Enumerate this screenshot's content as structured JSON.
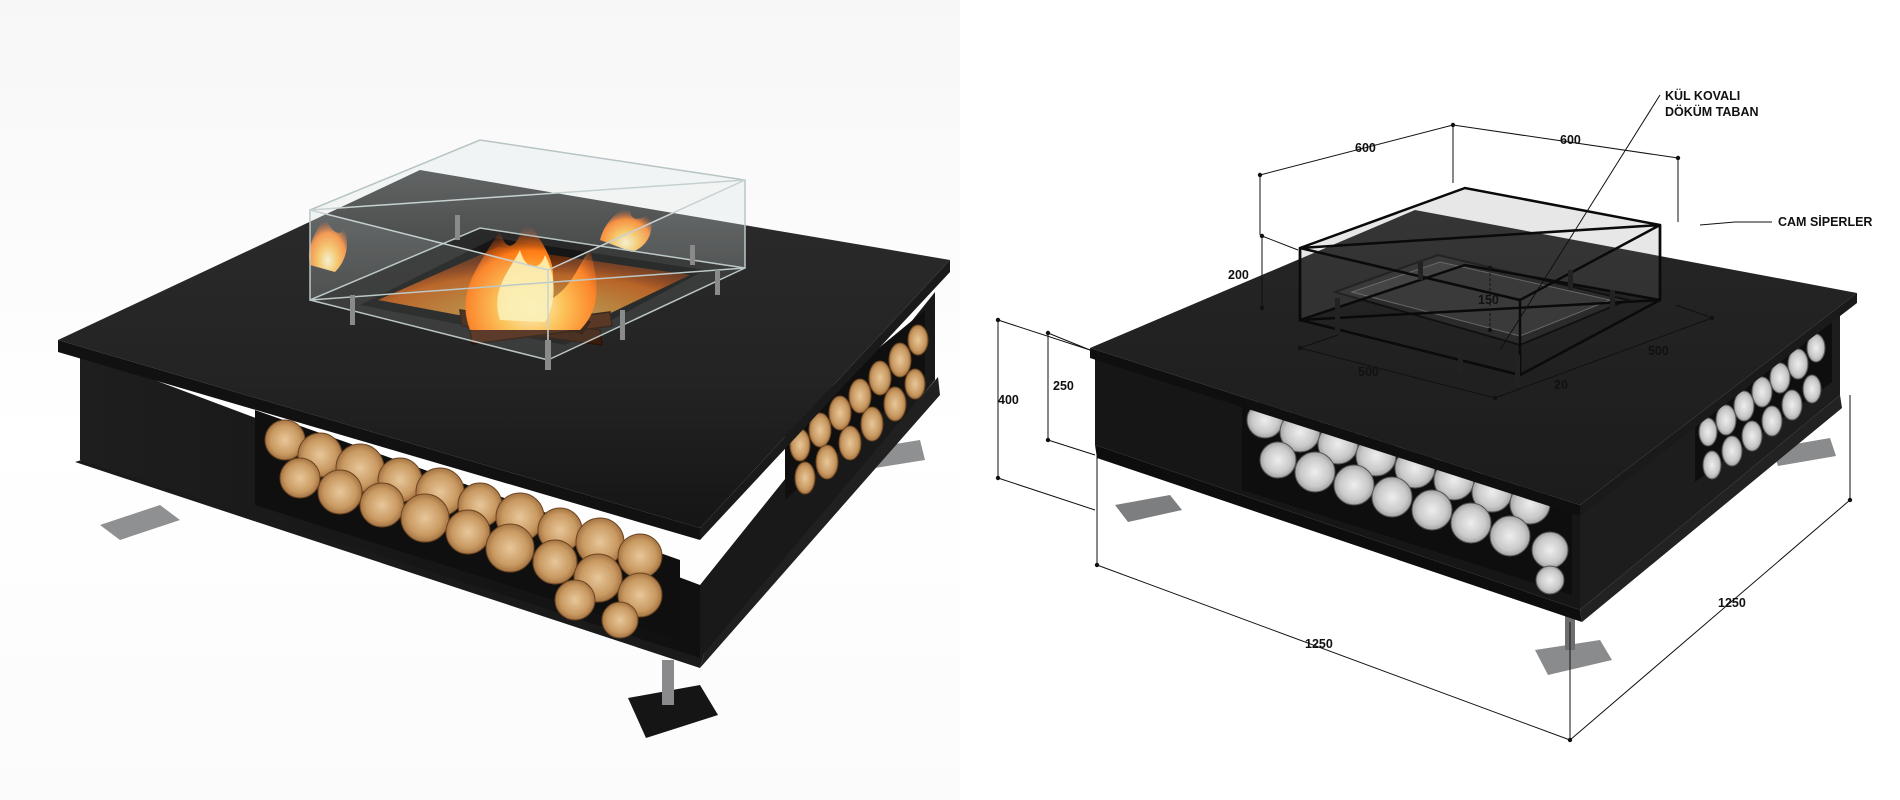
{
  "render": {
    "title": "Square fire pit table with wood storage — render",
    "colors": {
      "steel": "#1b1b1b",
      "top": "#2a2a2a",
      "flame": "#ff8a1c",
      "wood": "#c9965f",
      "glass": "#cfd8d8"
    }
  },
  "drawing": {
    "callouts": {
      "ash_line1": "KÜL KOVALI",
      "ash_line2": "DÖKÜM TABAN",
      "glass": "CAM SİPERLER"
    },
    "dimensions": {
      "glass_width_left": "600",
      "glass_width_right": "600",
      "glass_height": "200",
      "burner_depth": "150",
      "burner_width_left": "500",
      "burner_width_right": "500",
      "burner_margin": "20",
      "total_height": "400",
      "body_height": "250",
      "length_front": "1250",
      "length_side": "1250"
    }
  }
}
